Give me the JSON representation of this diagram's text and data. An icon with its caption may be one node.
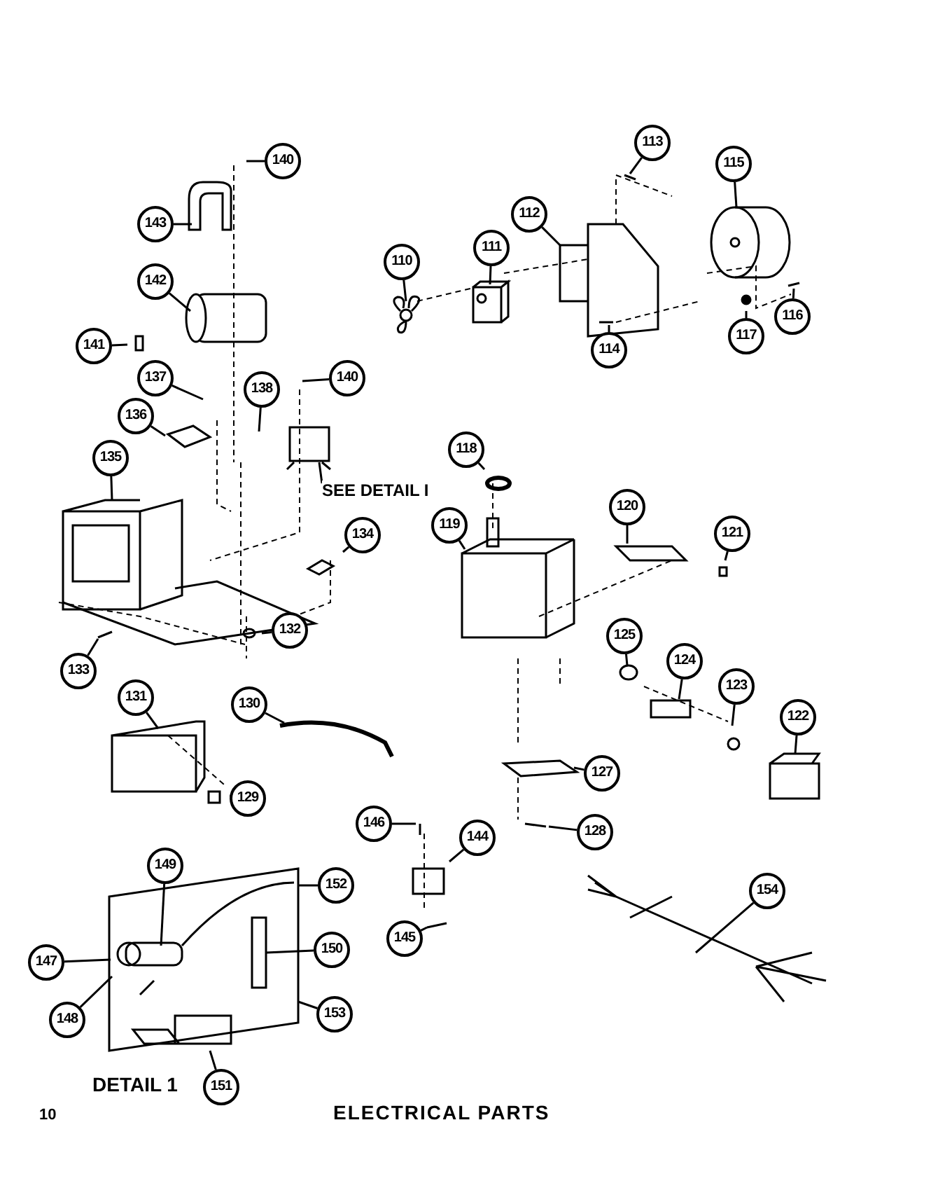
{
  "diagram": {
    "caption": "ELECTRICAL PARTS",
    "nodes": [
      {
        "text": [
          "140"
        ]
      },
      {
        "text": [
          "143"
        ]
      },
      {
        "text": [
          "142"
        ]
      },
      {
        "text": [
          "141"
        ]
      },
      {
        "text": [
          "137"
        ]
      },
      {
        "text": [
          "138"
        ]
      },
      {
        "text": [
          "140"
        ]
      },
      {
        "text": [
          "136"
        ]
      },
      {
        "text": [
          "SEE DETAIL I"
        ]
      },
      {
        "text": [
          "135"
        ]
      },
      {
        "text": [
          "134"
        ]
      },
      {
        "text": [
          "132"
        ]
      },
      {
        "text": [
          "133"
        ]
      },
      {
        "text": [
          "110"
        ]
      },
      {
        "text": [
          "111"
        ]
      },
      {
        "text": [
          "112"
        ]
      },
      {
        "text": [
          "113"
        ]
      },
      {
        "text": [
          "115"
        ]
      },
      {
        "text": [
          "114"
        ]
      },
      {
        "text": [
          "117"
        ]
      },
      {
        "text": [
          "116"
        ]
      },
      {
        "text": [
          "118"
        ]
      },
      {
        "text": [
          "120"
        ]
      },
      {
        "text": [
          "121"
        ]
      },
      {
        "text": [
          "119"
        ]
      },
      {
        "text": [
          "125"
        ]
      },
      {
        "text": [
          "124"
        ]
      },
      {
        "text": [
          "123"
        ]
      },
      {
        "text": [
          "122"
        ]
      },
      {
        "text": [
          "131"
        ]
      },
      {
        "text": [
          "130"
        ]
      },
      {
        "text": [
          "129"
        ]
      },
      {
        "text": [
          "127"
        ]
      },
      {
        "text": [
          "128"
        ]
      },
      {
        "text": [
          "146"
        ]
      },
      {
        "text": [
          "144"
        ]
      },
      {
        "text": [
          "145"
        ]
      },
      {
        "text": [
          "154"
        ]
      },
      {
        "text": [
          "149"
        ]
      },
      {
        "text": [
          "152"
        ]
      },
      {
        "text": [
          "147"
        ]
      },
      {
        "text": [
          "150"
        ]
      },
      {
        "text": [
          "148"
        ]
      },
      {
        "text": [
          "153"
        ]
      },
      {
        "text": [
          "151"
        ]
      }
    ],
    "edges": [
      {
        "from": 0,
        "to": null,
        "arrow": "none"
      },
      {
        "from": 1,
        "to": null,
        "arrow": "none"
      },
      {
        "from": 2,
        "to": null,
        "arrow": "none"
      },
      {
        "from": 3,
        "to": null,
        "arrow": "none"
      },
      {
        "from": 4,
        "to": null,
        "arrow": "none"
      },
      {
        "from": 5,
        "to": null,
        "arrow": "none"
      },
      {
        "from": 6,
        "to": null,
        "arrow": "none"
      },
      {
        "from": 7,
        "to": null,
        "arrow": "none"
      },
      {
        "from": 8,
        "to": null,
        "arrow": "none"
      },
      {
        "from": 9,
        "to": null,
        "arrow": "none"
      },
      {
        "from": 10,
        "to": null,
        "arrow": "none"
      },
      {
        "from": 11,
        "to": null,
        "arrow": "none"
      },
      {
        "from": 12,
        "to": null,
        "arrow": "none"
      },
      {
        "from": 13,
        "to": null,
        "arrow": "none"
      },
      {
        "from": 14,
        "to": null,
        "arrow": "none"
      },
      {
        "from": 15,
        "to": null,
        "arrow": "none"
      },
      {
        "from": 16,
        "to": null,
        "arrow": "none"
      },
      {
        "from": 17,
        "to": null,
        "arrow": "none"
      },
      {
        "from": 18,
        "to": null,
        "arrow": "none"
      },
      {
        "from": 19,
        "to": null,
        "arrow": "none"
      },
      {
        "from": 20,
        "to": null,
        "arrow": "none"
      },
      {
        "from": 21,
        "to": null,
        "arrow": "none"
      },
      {
        "from": 22,
        "to": null,
        "arrow": "none"
      },
      {
        "from": 23,
        "to": null,
        "arrow": "none"
      },
      {
        "from": 24,
        "to": null,
        "arrow": "none"
      },
      {
        "from": 25,
        "to": null,
        "arrow": "none"
      },
      {
        "from": 26,
        "to": null,
        "arrow": "none"
      },
      {
        "from": 27,
        "to": null,
        "arrow": "none"
      },
      {
        "from": 28,
        "to": null,
        "arrow": "none"
      },
      {
        "from": 29,
        "to": null,
        "arrow": "none"
      },
      {
        "from": 30,
        "to": null,
        "arrow": "none"
      },
      {
        "from": 31,
        "to": null,
        "arrow": "none"
      },
      {
        "from": 32,
        "to": null,
        "arrow": "none"
      },
      {
        "from": 33,
        "to": null,
        "arrow": "none"
      },
      {
        "from": 34,
        "to": null,
        "arrow": "none"
      },
      {
        "from": 35,
        "to": null,
        "arrow": "none"
      },
      {
        "from": 36,
        "to": null,
        "arrow": "none"
      },
      {
        "from": 37,
        "to": null,
        "arrow": "none"
      },
      {
        "from": 38,
        "to": null,
        "arrow": "none"
      },
      {
        "from": 39,
        "to": null,
        "arrow": "none"
      },
      {
        "from": 40,
        "to": null,
        "arrow": "none"
      },
      {
        "from": 41,
        "to": null,
        "arrow": "none"
      },
      {
        "from": 42,
        "to": null,
        "arrow": "none"
      },
      {
        "from": 43,
        "to": null,
        "arrow": "none"
      },
      {
        "from": 44,
        "to": null,
        "arrow": "none"
      }
    ],
    "labels": [
      "DETAIL 1",
      "10"
    ]
  }
}
